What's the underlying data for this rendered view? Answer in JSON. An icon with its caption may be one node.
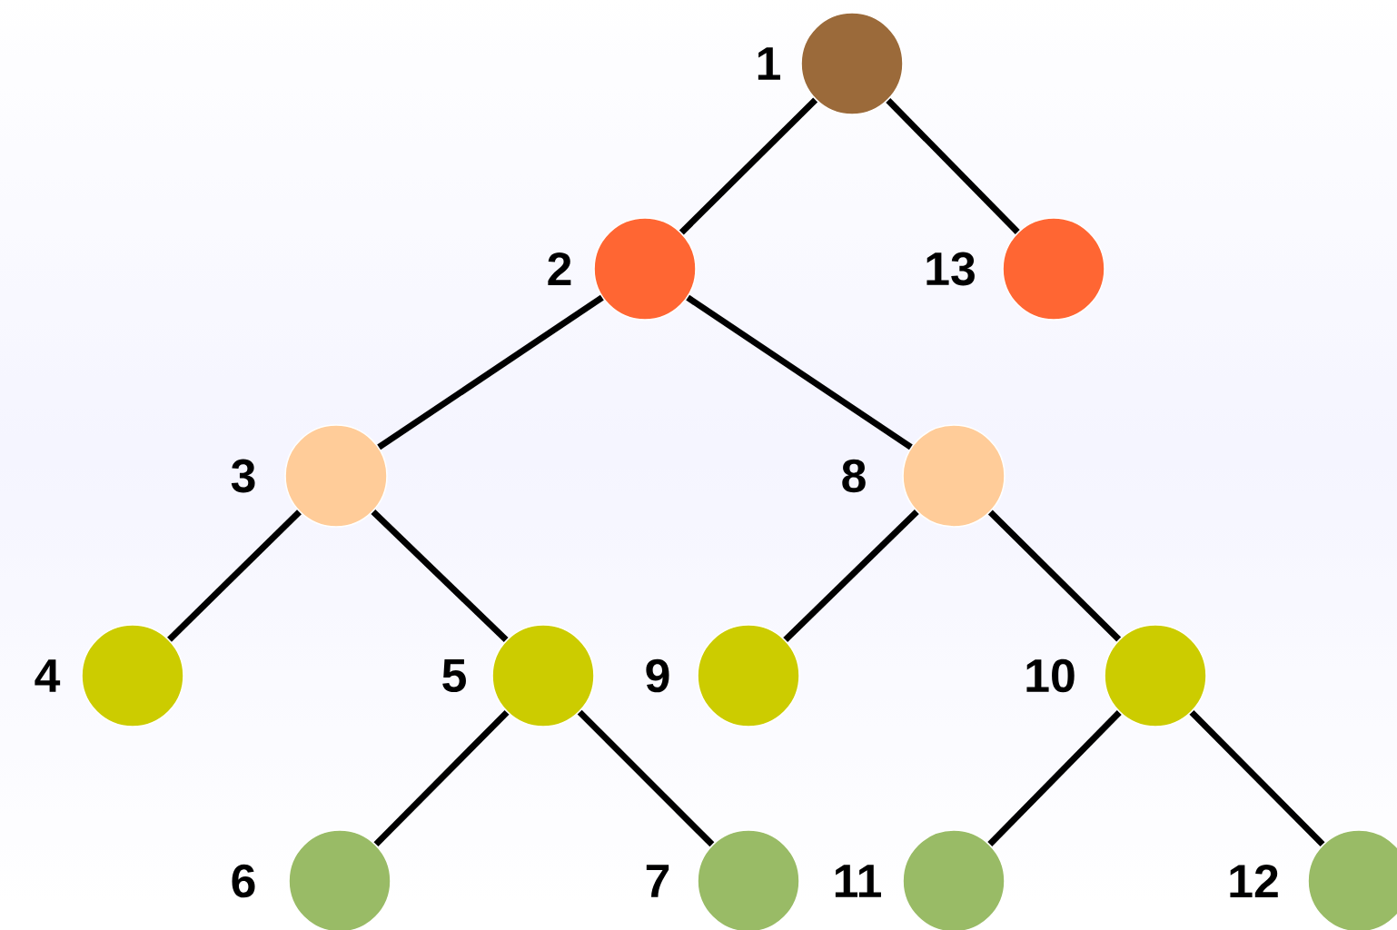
{
  "diagram": {
    "nodes": [
      {
        "text": [],
        "shape": "circle",
        "beside": [
          "1"
        ]
      },
      {
        "text": [],
        "shape": "circle",
        "beside": [
          "2"
        ]
      },
      {
        "text": [],
        "shape": "circle",
        "beside": [
          "13"
        ]
      },
      {
        "text": [],
        "shape": "circle",
        "beside": [
          "3"
        ]
      },
      {
        "text": [],
        "shape": "circle",
        "beside": [
          "8"
        ]
      },
      {
        "text": [],
        "shape": "circle",
        "beside": [
          "4"
        ]
      },
      {
        "text": [],
        "shape": "circle",
        "beside": [
          "5"
        ]
      },
      {
        "text": [],
        "shape": "circle",
        "beside": [
          "9"
        ]
      },
      {
        "text": [],
        "shape": "circle",
        "beside": [
          "10"
        ]
      },
      {
        "text": [],
        "shape": "circle",
        "beside": [
          "6"
        ]
      },
      {
        "text": [],
        "shape": "circle",
        "beside": [
          "7"
        ]
      },
      {
        "text": [],
        "shape": "circle",
        "beside": [
          "11"
        ]
      },
      {
        "text": [],
        "shape": "circle",
        "beside": [
          "12"
        ]
      }
    ],
    "edges": [
      {
        "from": 0,
        "to": 1,
        "arrow": "none"
      },
      {
        "from": 0,
        "to": 2,
        "arrow": "none"
      },
      {
        "from": 1,
        "to": 3,
        "arrow": "none"
      },
      {
        "from": 1,
        "to": 4,
        "arrow": "none"
      },
      {
        "from": 3,
        "to": 5,
        "arrow": "none"
      },
      {
        "from": 3,
        "to": 6,
        "arrow": "none"
      },
      {
        "from": 4,
        "to": 7,
        "arrow": "none"
      },
      {
        "from": 4,
        "to": 8,
        "arrow": "none"
      },
      {
        "from": 6,
        "to": 9,
        "arrow": "none"
      },
      {
        "from": 6,
        "to": 10,
        "arrow": "none"
      },
      {
        "from": 8,
        "to": 11,
        "arrow": "none"
      },
      {
        "from": 8,
        "to": 12,
        "arrow": "none"
      }
    ]
  }
}
